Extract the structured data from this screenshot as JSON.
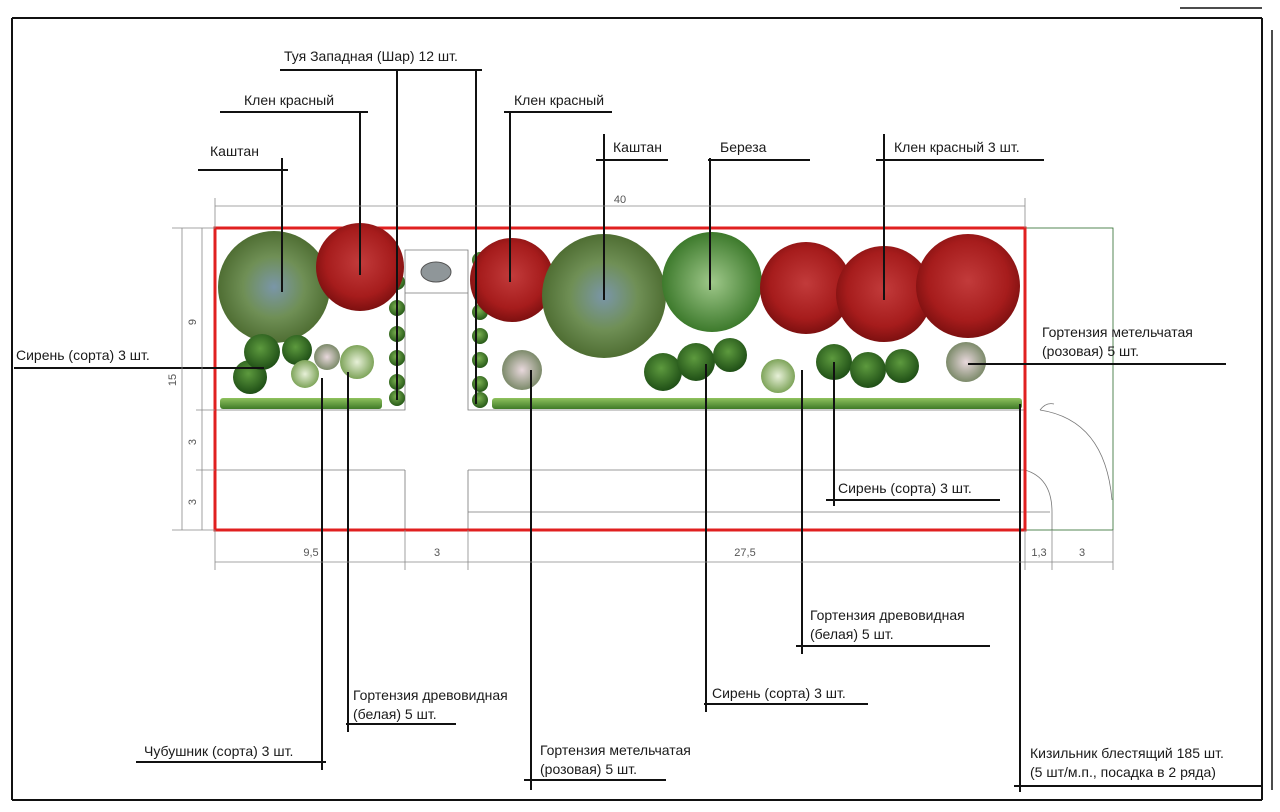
{
  "labels": {
    "tuya": "Туя Западная (Шар) 12 шт.",
    "klen_left": "Клен красный",
    "kashtan_left": "Каштан",
    "klen_mid": "Клен красный",
    "kashtan_mid": "Каштан",
    "bereza": "Береза",
    "klen_right": "Клен красный 3 шт.",
    "siren_left": "Сирень (сорта) 3 шт.",
    "gort_met_right_1": "Гортензия метельчатая",
    "gort_met_right_2": "(розовая) 5 шт.",
    "siren_bottom_right": "Сирень (сорта) 3 шт.",
    "gort_drev_right_1": "Гортензия древовидная",
    "gort_drev_right_2": "(белая) 5 шт.",
    "siren_bottom_mid": "Сирень (сорта) 3 шт.",
    "gort_drev_left_1": "Гортензия древовидная",
    "gort_drev_left_2": "(белая) 5 шт.",
    "gort_met_bottom_1": "Гортензия метельчатая",
    "gort_met_bottom_2": "(розовая) 5 шт.",
    "chubushnik": "Чубушник (сорта) 3 шт.",
    "kizilnik_1": "Кизильник блестящий 185 шт.",
    "kizilnik_2": "(5 шт/м.п., посадка в 2 ряда)"
  },
  "dimensions": {
    "total_width": "40",
    "height_9": "9",
    "height_15": "15",
    "height_3a": "3",
    "height_3b": "3",
    "seg_9_5": "9,5",
    "seg_3": "3",
    "seg_27_5": "27,5",
    "seg_1_3": "1,3",
    "seg_3_right": "3"
  },
  "colors": {
    "border_red": "#e02020",
    "maple_red": "#a51d1d",
    "conifer_green": "#6d8f4e",
    "shrub_green": "#2f6b22",
    "hedge_green": "#5c9a3c"
  }
}
